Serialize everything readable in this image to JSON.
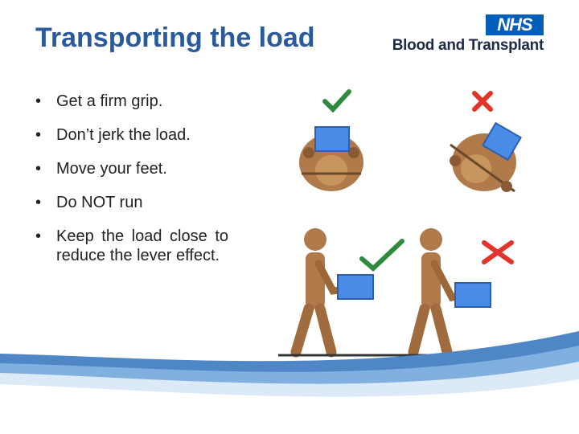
{
  "slide": {
    "title": "Transporting the load",
    "logo": {
      "badge": "NHS",
      "subtitle": "Blood and Transplant"
    },
    "bullets": [
      {
        "marker": "•",
        "text": "Get a firm grip."
      },
      {
        "marker": "•",
        "text": "Don’t jerk the load."
      },
      {
        "marker": "•",
        "text": "Move your feet."
      },
      {
        "marker": "•",
        "text": "Do NOT run"
      },
      {
        "marker": "•",
        "text": " Keep the load close to reduce the lever effect."
      }
    ]
  },
  "colors": {
    "title": "#2a5a9b",
    "nhs_blue": "#005eb8",
    "tick_green": "#2e8b3e",
    "cross_red": "#e2342b",
    "box_blue": "#4a8be8",
    "figure_tan": "#b07a4a"
  },
  "icons": [
    "check-icon",
    "cross-icon"
  ]
}
